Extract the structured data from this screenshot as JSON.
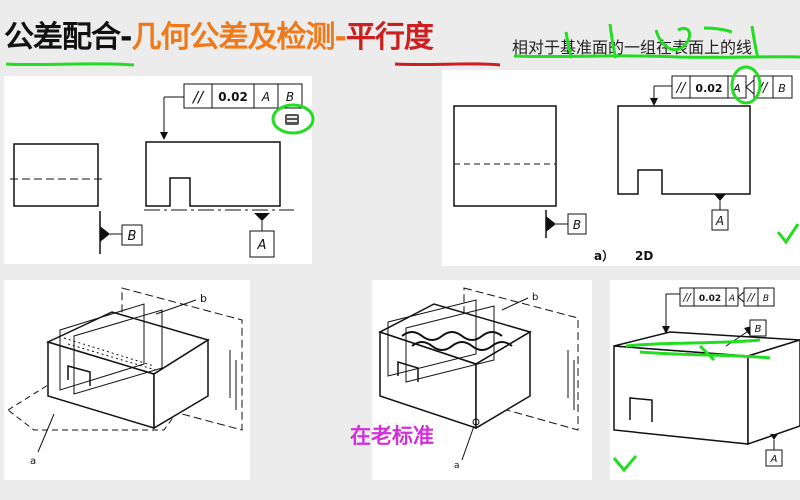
{
  "header": {
    "title_part1": "公差配合-",
    "title_part2": "几何公差及检测-",
    "title_part3": "平行度",
    "subtitle": "相对于基准面的一组在表面上的线"
  },
  "panel1": {
    "fcf_symbol": "//",
    "fcf_tolerance": "0.02",
    "fcf_datum_a": "A",
    "fcf_datum_b": "B",
    "datum_b_label": "B",
    "datum_a_label": "A"
  },
  "panel2": {
    "fcf1_symbol": "//",
    "fcf1_tolerance": "0.02",
    "fcf1_datum": "A",
    "fcf2_symbol": "//",
    "fcf2_datum": "B",
    "datum_b_label": "B",
    "datum_a_label": "A",
    "caption_a": "a）",
    "caption_2d": "2D"
  },
  "panel3": {
    "label_b": "b",
    "label_a": "a"
  },
  "panel4": {
    "label_b": "b",
    "label_a": "a"
  },
  "annotation": {
    "pink_note": "在老标准"
  },
  "panel5": {
    "fcf1_symbol": "//",
    "fcf1_tolerance": "0.02",
    "fcf1_datum": "A",
    "fcf2_symbol": "//",
    "fcf2_datum": "B",
    "datum_b_label": "B",
    "datum_a_label": "A"
  },
  "colors": {
    "orange": "#f07a1a",
    "red": "#cc1f1f",
    "green_marker": "#22dd22",
    "pink": "#d231d9"
  }
}
